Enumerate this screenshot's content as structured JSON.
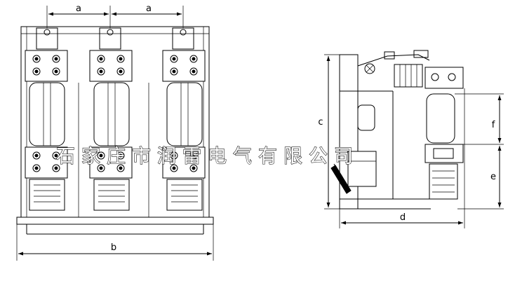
{
  "front_view": {
    "dim_top_left": "a",
    "dim_top_right": "a",
    "dim_bottom": "b"
  },
  "side_view": {
    "dim_height": "c",
    "dim_depth": "d",
    "dim_lower": "e",
    "dim_mid": "f"
  },
  "watermark": {
    "text": "石家庄市润雷电气有限公司"
  }
}
